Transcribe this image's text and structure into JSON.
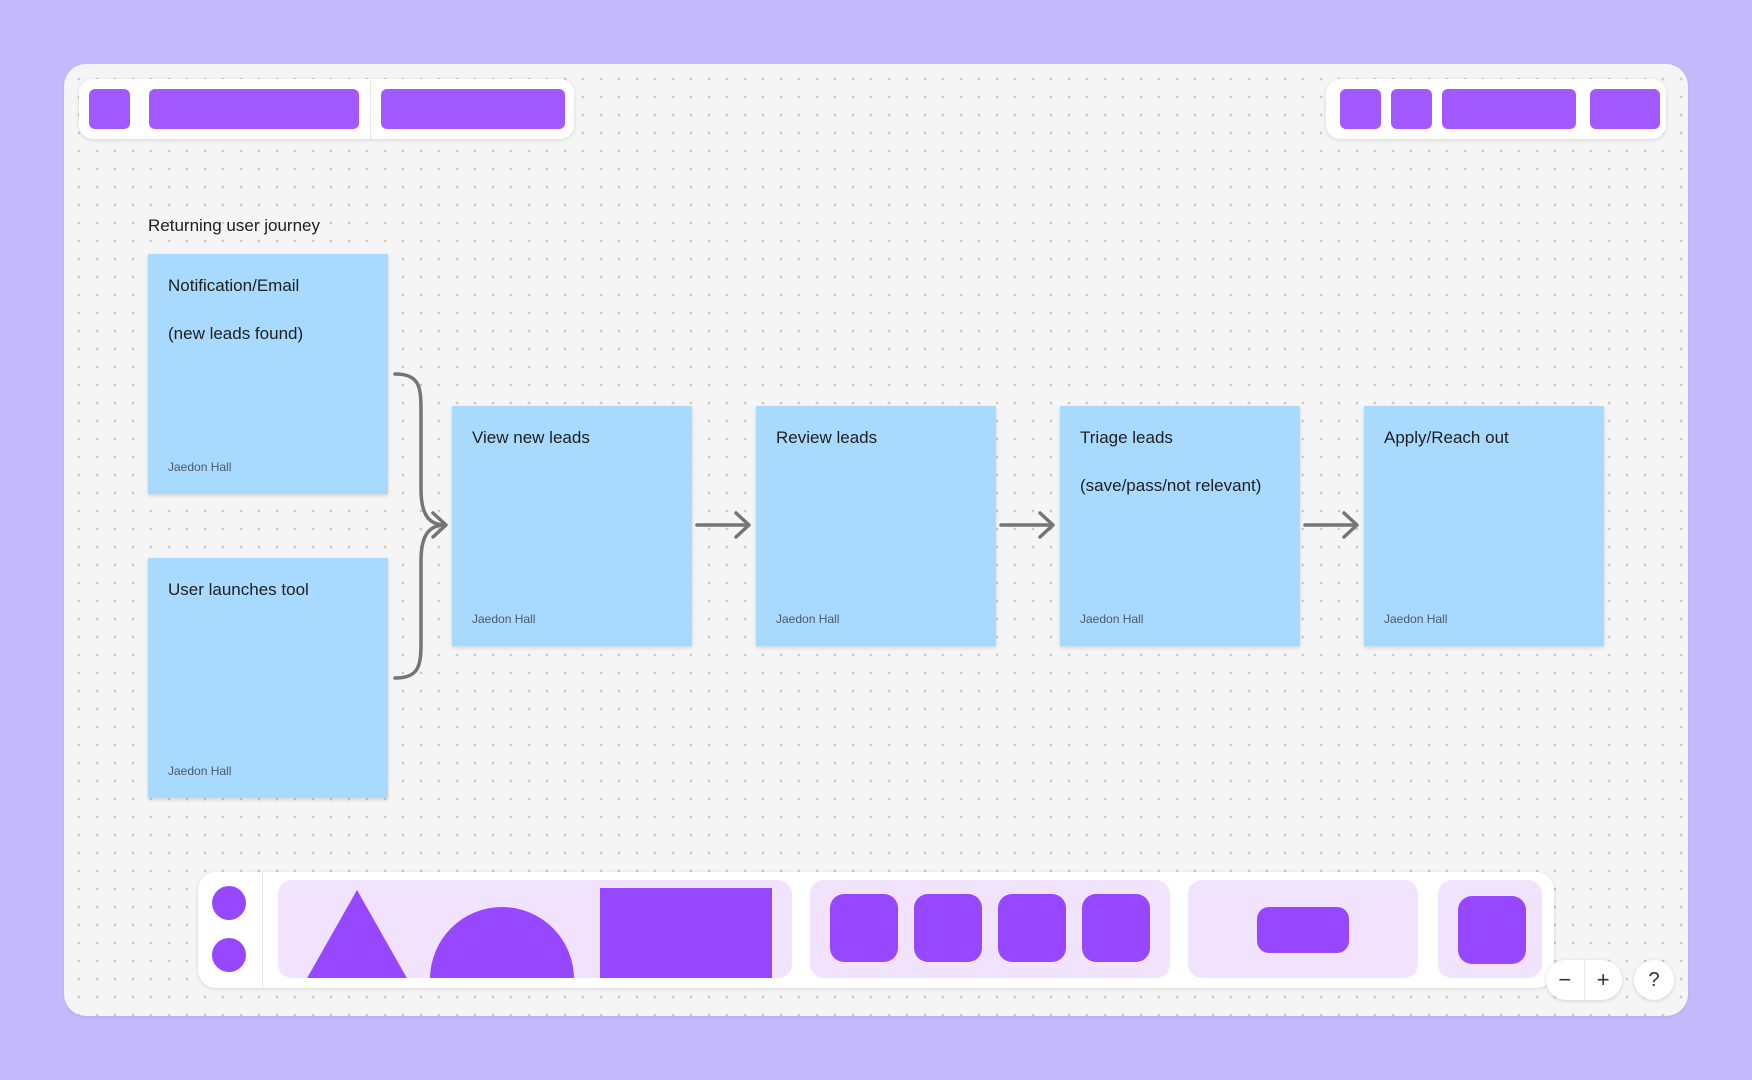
{
  "board": {
    "title": "Returning user journey"
  },
  "stickies": [
    {
      "id": "notification",
      "text": "Notification/Email\n\n(new leads found)",
      "author": "Jaedon Hall"
    },
    {
      "id": "launch",
      "text": "User launches tool",
      "author": "Jaedon Hall"
    },
    {
      "id": "view",
      "text": "View new leads",
      "author": "Jaedon Hall"
    },
    {
      "id": "review",
      "text": "Review leads",
      "author": "Jaedon Hall"
    },
    {
      "id": "triage",
      "text": "Triage leads\n\n(save/pass/not relevant)",
      "author": "Jaedon Hall"
    },
    {
      "id": "apply",
      "text": "Apply/Reach out",
      "author": "Jaedon Hall"
    }
  ],
  "zoom": {
    "out_label": "−",
    "in_label": "+",
    "help_label": "?"
  },
  "colors": {
    "background": "#c4b9fd",
    "accent": "#a259ff",
    "shape_fill": "#9747ff",
    "tray_fill": "#f1e3fd",
    "sticky": "#a8daff",
    "connector": "#757575"
  }
}
